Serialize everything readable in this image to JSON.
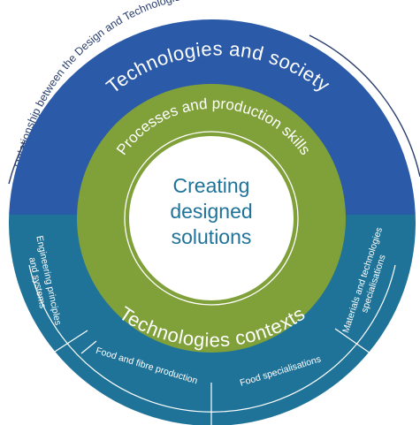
{
  "outer_label": "Relationship between the Design and Technologies strands",
  "top_band": "Technologies and society",
  "middle_ring": "Processes and production skills",
  "center": {
    "line1": "Creating",
    "line2": "designed",
    "line3": "solutions"
  },
  "bottom_band": "Technologies contexts",
  "contexts": [
    {
      "line1": "Engineering principles",
      "line2": "and systems"
    },
    {
      "line1": "Food and fibre production"
    },
    {
      "line1": "Food specialisations"
    },
    {
      "line1": "Materials and technologies",
      "line2": "specialisations"
    }
  ],
  "colors": {
    "top_band": "#2a5aa8",
    "bottom_band": "#1f7399",
    "middle_ring": "#80a03a",
    "center_fill": "#ffffff",
    "center_text": "#1f7399",
    "outer_text": "#2a3f6e",
    "white": "#ffffff"
  }
}
